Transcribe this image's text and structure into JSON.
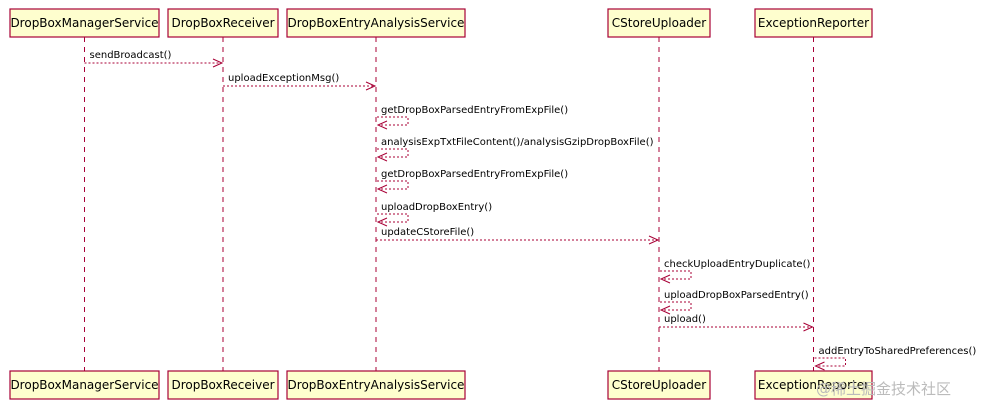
{
  "diagram": {
    "participants": [
      {
        "id": "dbms",
        "label": "DropBoxManagerService"
      },
      {
        "id": "dbr",
        "label": "DropBoxReceiver"
      },
      {
        "id": "deas",
        "label": "DropBoxEntryAnalysisService"
      },
      {
        "id": "csu",
        "label": "CStoreUploader"
      },
      {
        "id": "er",
        "label": "ExceptionReporter"
      }
    ],
    "messages": [
      {
        "from": "dbms",
        "to": "dbr",
        "label": "sendBroadcast()"
      },
      {
        "from": "dbr",
        "to": "deas",
        "label": "uploadExceptionMsg()"
      },
      {
        "from": "deas",
        "to": "deas",
        "label": "getDropBoxParsedEntryFromExpFile()"
      },
      {
        "from": "deas",
        "to": "deas",
        "label": "analysisExpTxtFileContent()/analysisGzipDropBoxFile()"
      },
      {
        "from": "deas",
        "to": "deas",
        "label": "getDropBoxParsedEntryFromExpFile()"
      },
      {
        "from": "deas",
        "to": "deas",
        "label": "uploadDropBoxEntry()"
      },
      {
        "from": "deas",
        "to": "csu",
        "label": "updateCStoreFile()"
      },
      {
        "from": "csu",
        "to": "csu",
        "label": "checkUploadEntryDuplicate()"
      },
      {
        "from": "csu",
        "to": "csu",
        "label": "uploadDropBoxParsedEntry()"
      },
      {
        "from": "csu",
        "to": "er",
        "label": "upload()"
      },
      {
        "from": "er",
        "to": "er",
        "label": "addEntryToSharedPreferences()"
      }
    ],
    "watermark": "@稀土掘金技术社区"
  }
}
